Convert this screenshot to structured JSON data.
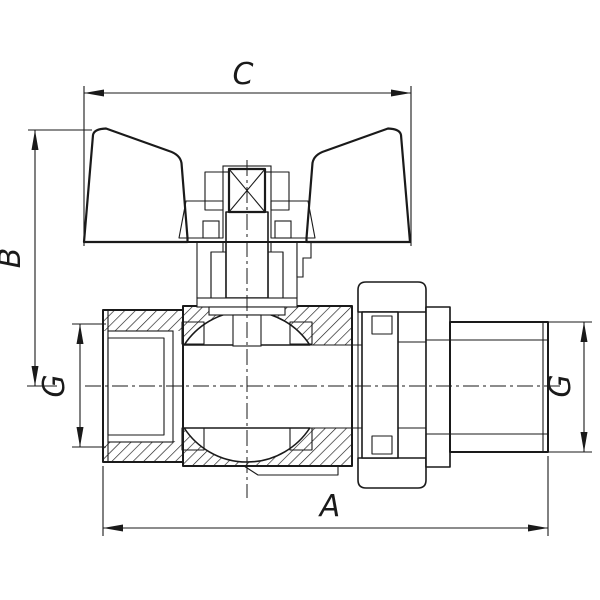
{
  "drawing": {
    "labels": {
      "total_length": "A",
      "handle_height": "B",
      "handle_width": "C",
      "thread_left": "G",
      "thread_right": "G"
    },
    "colors": {
      "ink": "#1a1a1a",
      "paper": "#ffffff"
    }
  }
}
